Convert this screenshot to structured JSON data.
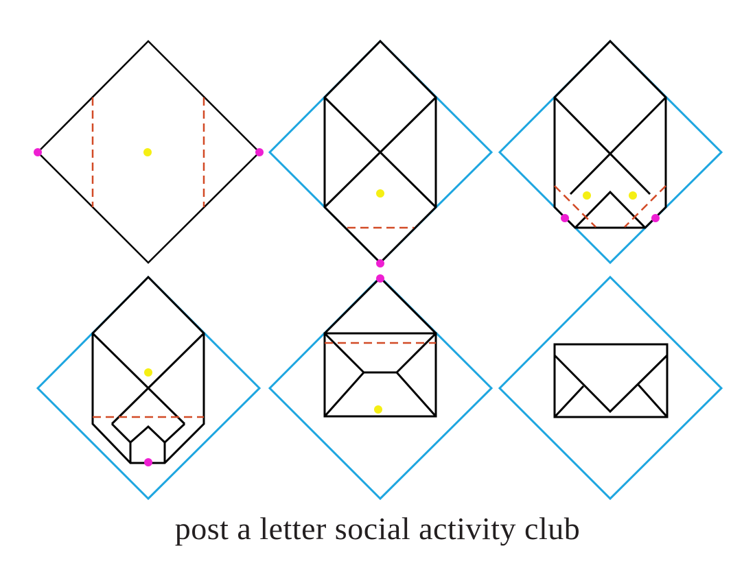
{
  "caption": "post a letter social activity club",
  "colors": {
    "outline": "#000000",
    "paper_edge": "#1ea6e0",
    "fold_line": "#d24a26",
    "pink_dot": "#ee1fd2",
    "yellow_dot": "#f5ef14",
    "caption": "#231f20"
  },
  "steps": [
    {
      "step": 1,
      "shows": "square sheet with two vertical fold lines, pink corner marks and yellow center mark"
    },
    {
      "step": 2,
      "shows": "side corners folded in, horizontal fold line near bottom"
    },
    {
      "step": 3,
      "shows": "bottom corner folded up, diagonal fold lines"
    },
    {
      "step": 4,
      "shows": "bottom edges folded in, horizontal fold line"
    },
    {
      "step": 5,
      "shows": "bottom folded up, top flap fold line"
    },
    {
      "step": 6,
      "shows": "finished envelope"
    }
  ],
  "icons": [
    "pink-dot-icon",
    "yellow-dot-icon"
  ]
}
